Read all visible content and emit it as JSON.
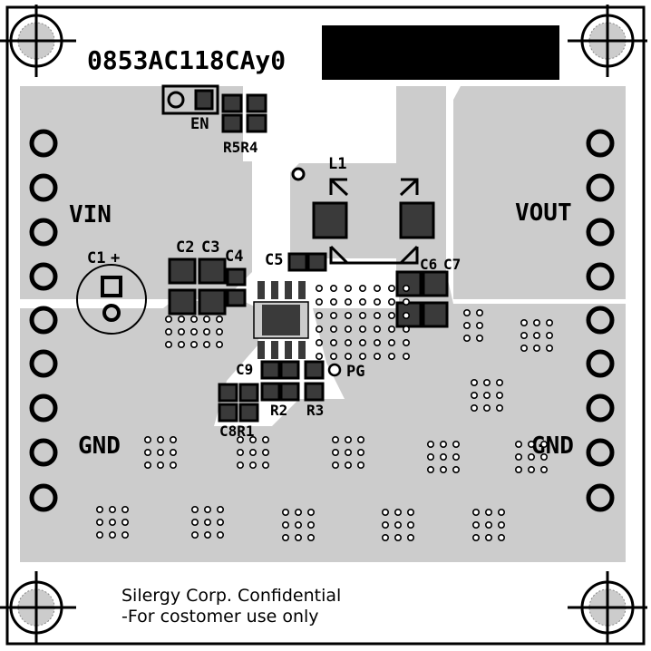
{
  "board": {
    "part_number": "0853AC118CAy0",
    "footer_line1": "Silergy Corp. Confidential",
    "footer_line2": "-For costomer use only",
    "colors": {
      "copper": "#cccccc",
      "pad": "#3a3a3a",
      "silk": "#000000",
      "board": "#ffffff"
    }
  },
  "labels": {
    "vin": "VIN",
    "vout": "VOUT",
    "gnd_left": "GND",
    "gnd_right": "GND",
    "en": "EN",
    "pg": "PG",
    "l1": "L1",
    "c1": "C1",
    "c1_polarity": "+",
    "c2": "C2",
    "c3": "C3",
    "c4": "C4",
    "c5": "C5",
    "c6": "C6",
    "c7": "C7",
    "c8r1": "C8R1",
    "c9": "C9",
    "r2": "R2",
    "r3": "R3",
    "r5r4": "R5R4"
  }
}
